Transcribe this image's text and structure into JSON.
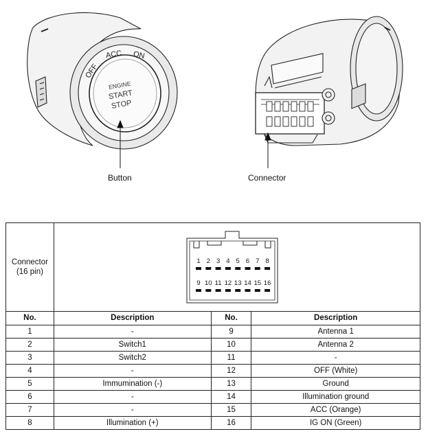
{
  "captions": {
    "button": "Button",
    "connector": "Connector"
  },
  "switch_face": {
    "off": "OFF",
    "acc": "ACC",
    "on": "ON",
    "engine": "ENGINE",
    "start": "START",
    "stop": "STOP"
  },
  "table": {
    "connector_label_line1": "Connector",
    "connector_label_line2": "(16 pin)",
    "pins_top": [
      "1",
      "2",
      "3",
      "4",
      "5",
      "6",
      "7",
      "8"
    ],
    "pins_bottom": [
      "9",
      "10",
      "11",
      "12",
      "13",
      "14",
      "15",
      "16"
    ],
    "headers": [
      "No.",
      "Description",
      "No.",
      "Description"
    ],
    "rows": [
      [
        "1",
        "-",
        "9",
        "Antenna 1"
      ],
      [
        "2",
        "Switch1",
        "10",
        "Antenna 2"
      ],
      [
        "3",
        "Switch2",
        "11",
        "-"
      ],
      [
        "4",
        "-",
        "12",
        "OFF (White)"
      ],
      [
        "5",
        "Immumination (-)",
        "13",
        "Ground"
      ],
      [
        "6",
        "-",
        "14",
        "Illumination ground"
      ],
      [
        "7",
        "-",
        "15",
        "ACC (Orange)"
      ],
      [
        "8",
        "Illumination (+)",
        "16",
        "IG ON (Green)"
      ]
    ]
  }
}
